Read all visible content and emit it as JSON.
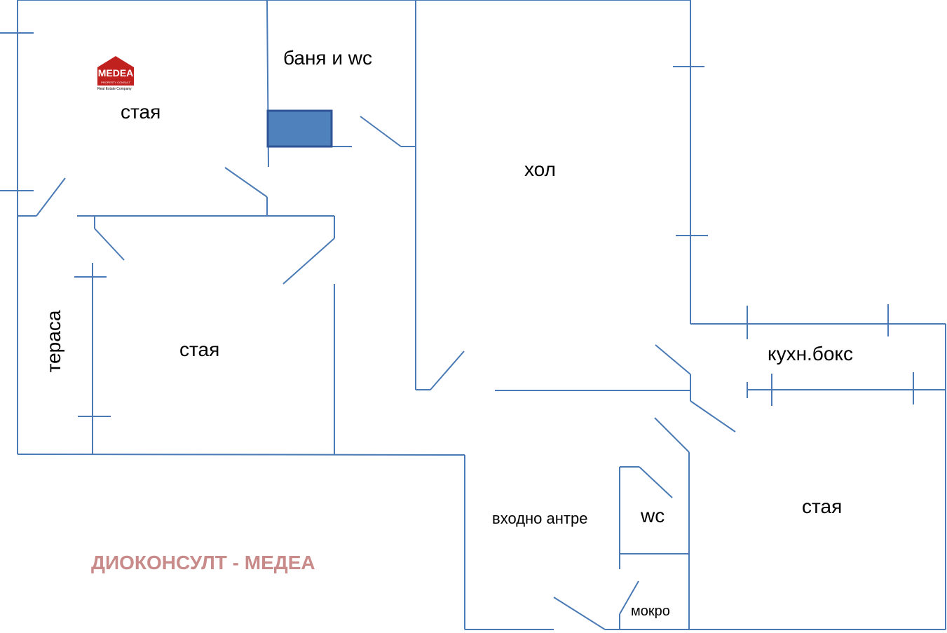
{
  "plan": {
    "rooms": {
      "bathroom": "баня и wc",
      "room_top_left": "стая",
      "hall": "хол",
      "terrace": "тераса",
      "room_middle": "стая",
      "kitchen_box": "кухн.бокс",
      "entrance": "входно антре",
      "wc": "wc",
      "room_bottom_right": "стая",
      "wet_area": "мокро"
    },
    "watermark": "ДИОКОНСУЛТ - МЕДЕА",
    "logo": {
      "name": "MEDEA",
      "subtitle": "PROPERTY CONSULT",
      "tagline": "Real Estate Company"
    }
  },
  "colors": {
    "wall": "#4a7ab5",
    "fixture_fill": "#4f81bd",
    "fixture_stroke": "#2f5597",
    "watermark": "#c98a8a",
    "logo_red": "#c0201e",
    "text": "#000000"
  }
}
